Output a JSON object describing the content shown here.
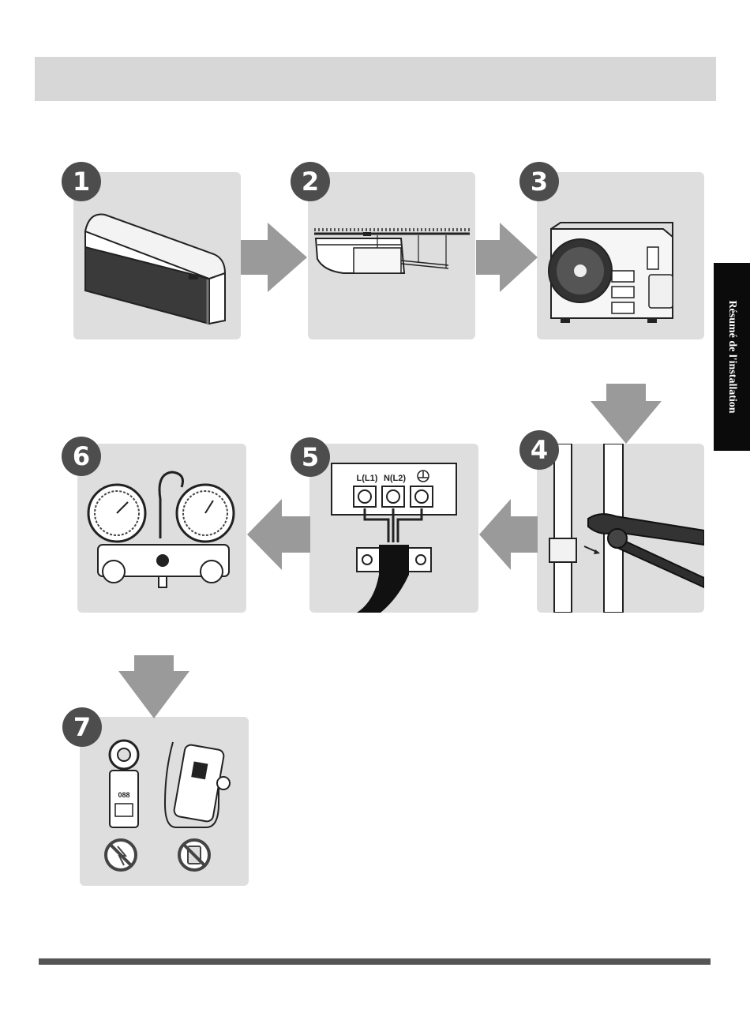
{
  "header": {
    "title": ""
  },
  "side_tab": {
    "label": "Résumé de l'installation"
  },
  "steps": [
    {
      "number": "1",
      "icon": "indoor-unit-icon"
    },
    {
      "number": "2",
      "icon": "ceiling-mounted-unit-icon"
    },
    {
      "number": "3",
      "icon": "outdoor-unit-icon"
    },
    {
      "number": "4",
      "icon": "pipe-wrench-icon"
    },
    {
      "number": "5",
      "icon": "terminal-block-icon"
    },
    {
      "number": "6",
      "icon": "manifold-gauge-icon"
    },
    {
      "number": "7",
      "icon": "clamp-meter-and-leak-detector-icon"
    }
  ],
  "terminal_labels": {
    "l": "L(L1)",
    "n": "N(L2)"
  },
  "colors": {
    "panel": "#dedede",
    "badge": "#4d4d4d",
    "arrow": "#9a9a9a",
    "side_tab": "#0b0b0b"
  }
}
